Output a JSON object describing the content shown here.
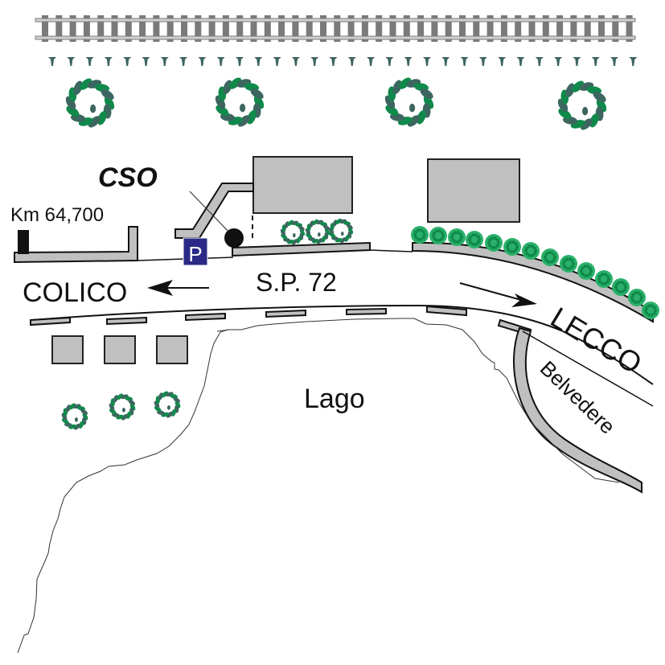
{
  "map": {
    "labels": {
      "cso": "CSO",
      "km_marker": "Km 64,700",
      "road": "S.P. 72",
      "colico": "COLICO",
      "lecco": "LECCO",
      "belvedere": "Belvedere",
      "lake": "Lago",
      "parking": "P"
    },
    "icons": {
      "railway": "railway-track-icon",
      "hedge": "hedge-tree-icon",
      "tree": "tree-icon",
      "bush": "bush-icon",
      "parking": "parking-sign-icon",
      "location": "location-dot-icon",
      "direction_arrow": "arrow-icon"
    },
    "colors": {
      "road_curb": "#c0c0c0",
      "building": "#c0c0c0",
      "outline": "#111111",
      "tree_dark": "#3d6660",
      "tree_green": "#0f8a4a",
      "bush_green": "#2ab06a",
      "parking_bg": "#2a2a86",
      "rail": "#7a7a7a"
    }
  }
}
